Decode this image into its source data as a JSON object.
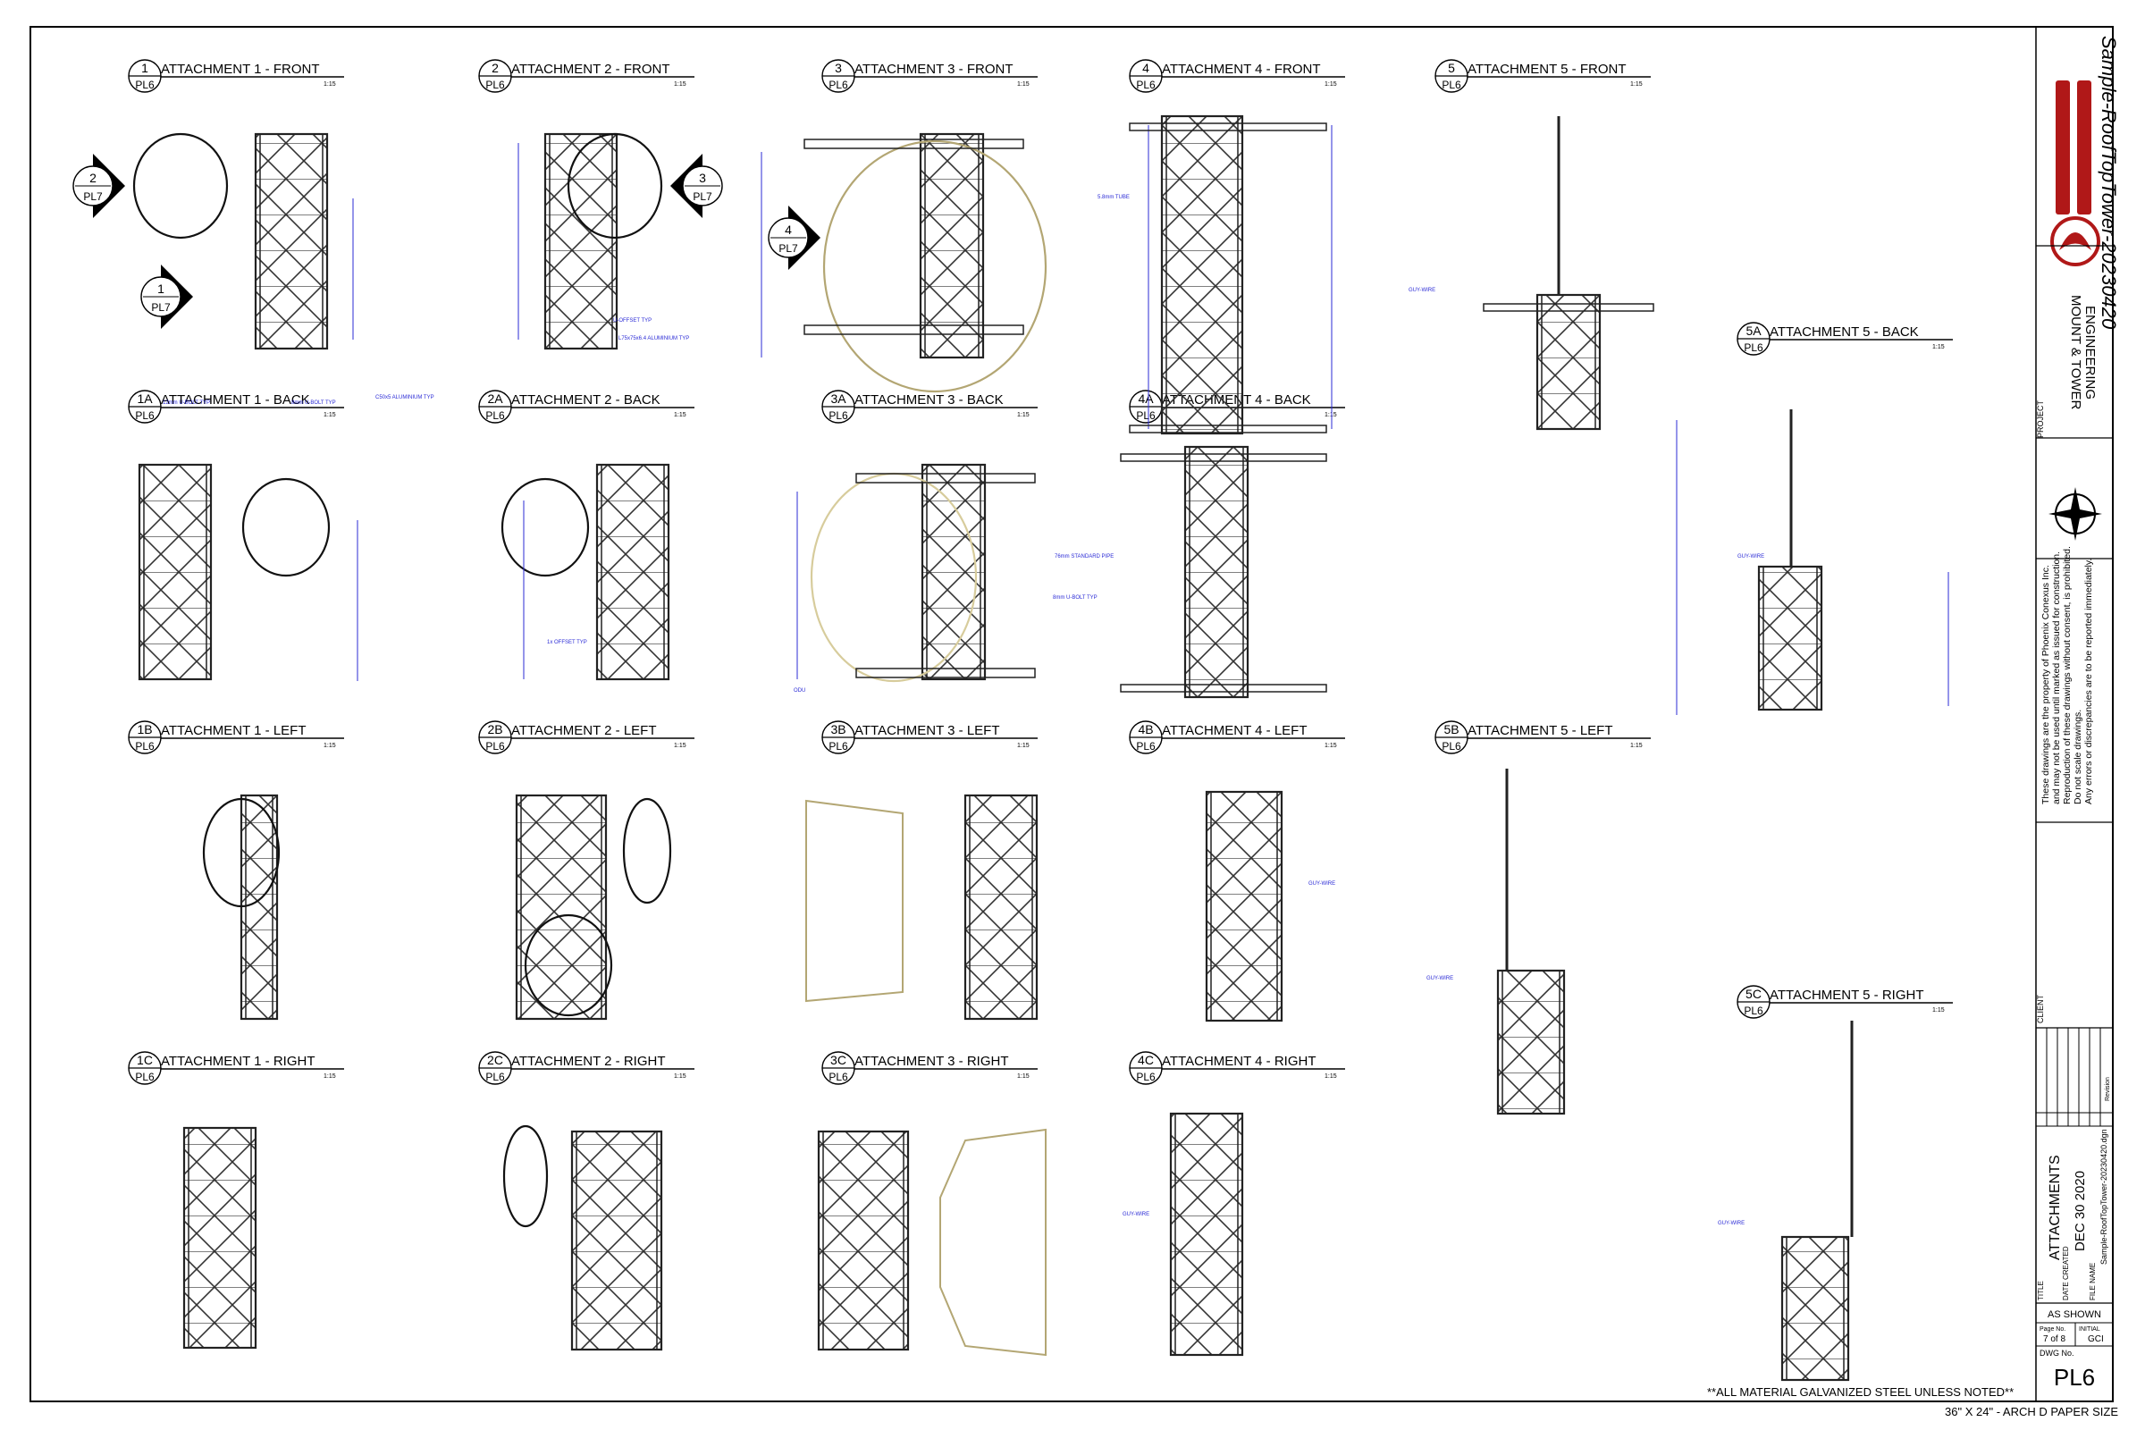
{
  "sheet": {
    "material_note": "**ALL MATERIAL GALVANIZED STEEL UNLESS NOTED**",
    "paper_size": "36\" X 24\" - ARCH D PAPER SIZE"
  },
  "title_block": {
    "file_title": "Sample-RoofTopTower-20230420",
    "company_line1": "MOUNT & TOWER",
    "company_line2": "ENGINEERING",
    "project_label": "PROJECT",
    "client_label": "CLIENT",
    "disclaimer": [
      "These drawings are the property of Phoenix Conexus Inc.",
      "and may not be used until marked as issued for construction.",
      "Reproduction of these drawings without consent, is prohibited.",
      "Do not scale drawings.",
      "Any errors or discrepancies are to be reported immediately."
    ],
    "title_label": "TITLE",
    "title": "ATTACHMENTS",
    "date_created_label": "DATE CREATED",
    "date_created": "DEC 30 2020",
    "file_name_label": "FILE NAME",
    "file_name": "Sample-RoofTopTower-20230420.dgn",
    "scale": "AS SHOWN",
    "page_no_label": "Page No.",
    "page_no": "7 of 8",
    "initial_label": "INITIAL",
    "initial": "GCI",
    "dwg_no_label": "DWG No.",
    "dwg_no": "PL6",
    "revision_label": "Revision"
  },
  "views": [
    {
      "num": "1",
      "sheet": "PL6",
      "title": "ATTACHMENT 1 - FRONT",
      "scale": "1:15"
    },
    {
      "num": "2",
      "sheet": "PL6",
      "title": "ATTACHMENT 2 - FRONT",
      "scale": "1:15"
    },
    {
      "num": "3",
      "sheet": "PL6",
      "title": "ATTACHMENT 3 - FRONT",
      "scale": "1:15"
    },
    {
      "num": "4",
      "sheet": "PL6",
      "title": "ATTACHMENT 4 - FRONT",
      "scale": "1:15"
    },
    {
      "num": "5",
      "sheet": "PL6",
      "title": "ATTACHMENT 5 - FRONT",
      "scale": "1:15"
    },
    {
      "num": "1A",
      "sheet": "PL6",
      "title": "ATTACHMENT 1 - BACK",
      "scale": "1:15"
    },
    {
      "num": "2A",
      "sheet": "PL6",
      "title": "ATTACHMENT 2 - BACK",
      "scale": "1:15"
    },
    {
      "num": "3A",
      "sheet": "PL6",
      "title": "ATTACHMENT 3 - BACK",
      "scale": "1:15"
    },
    {
      "num": "4A",
      "sheet": "PL6",
      "title": "ATTACHMENT 4 - BACK",
      "scale": "1:15"
    },
    {
      "num": "5A",
      "sheet": "PL6",
      "title": "ATTACHMENT 5 - BACK",
      "scale": "1:15"
    },
    {
      "num": "1B",
      "sheet": "PL6",
      "title": "ATTACHMENT 1 - LEFT",
      "scale": "1:15"
    },
    {
      "num": "2B",
      "sheet": "PL6",
      "title": "ATTACHMENT 2 - LEFT",
      "scale": "1:15"
    },
    {
      "num": "3B",
      "sheet": "PL6",
      "title": "ATTACHMENT 3 - LEFT",
      "scale": "1:15"
    },
    {
      "num": "4B",
      "sheet": "PL6",
      "title": "ATTACHMENT 4 - LEFT",
      "scale": "1:15"
    },
    {
      "num": "5B",
      "sheet": "PL6",
      "title": "ATTACHMENT 5 - LEFT",
      "scale": "1:15"
    },
    {
      "num": "1C",
      "sheet": "PL6",
      "title": "ATTACHMENT 1 - RIGHT",
      "scale": "1:15"
    },
    {
      "num": "2C",
      "sheet": "PL6",
      "title": "ATTACHMENT 2 - RIGHT",
      "scale": "1:15"
    },
    {
      "num": "3C",
      "sheet": "PL6",
      "title": "ATTACHMENT 3 - RIGHT",
      "scale": "1:15"
    },
    {
      "num": "4C",
      "sheet": "PL6",
      "title": "ATTACHMENT 4 - RIGHT",
      "scale": "1:15"
    },
    {
      "num": "5C",
      "sheet": "PL6",
      "title": "ATTACHMENT 5 - RIGHT",
      "scale": "1:15"
    }
  ],
  "section_markers": [
    {
      "num": "2",
      "sheet": "PL7"
    },
    {
      "num": "1",
      "sheet": "PL7"
    },
    {
      "num": "3",
      "sheet": "PL7"
    },
    {
      "num": "4",
      "sheet": "PL7"
    }
  ],
  "callouts": {
    "ubolt_12": "12mm U-BOLT TYP",
    "ubolt_8": "8mm U-BOLT TYP",
    "ubolt_8b": "8mm U-BOLT TYP",
    "u_offset": "U-OFFSET TYP",
    "angle": "L75x75x6.4 ALUMINIUM TYP",
    "c_alum": "C50x5 ALUMINIUM TYP",
    "tube": "5.8mm TUBE",
    "guy_wire": "GUY-WIRE",
    "odu": "ODU",
    "pipe": "76mm STANDARD PIPE",
    "one_offset": "1x OFFSET TYP"
  }
}
